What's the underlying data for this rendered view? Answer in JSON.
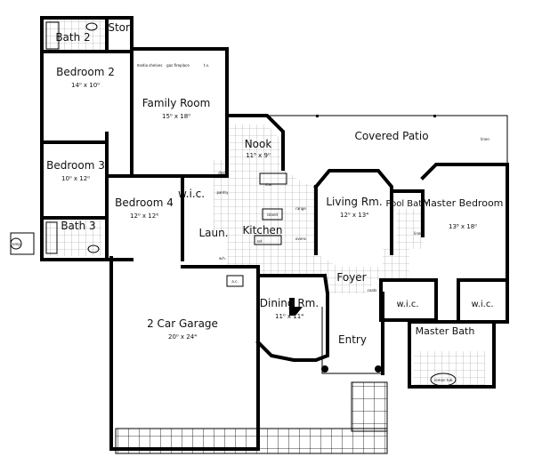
{
  "rooms": {
    "bath2": {
      "label": "Bath 2"
    },
    "stor": {
      "label": "Stor."
    },
    "bedroom2": {
      "label": "Bedroom 2",
      "size": "14⁰ x 10⁰"
    },
    "family": {
      "label": "Family Room",
      "size": "15⁰ x 18⁰"
    },
    "bedroom3": {
      "label": "Bedroom 3",
      "size": "10⁰ x 12⁰"
    },
    "bedroom4": {
      "label": "Bedroom 4",
      "size": "12⁰ x 12⁶"
    },
    "bath3": {
      "label": "Bath 3"
    },
    "wic_small": {
      "label": "w.i.c."
    },
    "laun": {
      "label": "Laun."
    },
    "nook": {
      "label": "Nook",
      "size": "11⁸ x 9⁰"
    },
    "kitchen": {
      "label": "Kitchen"
    },
    "patio": {
      "label": "Covered Patio"
    },
    "living": {
      "label": "Living Rm.",
      "size": "12⁰ x 13⁴"
    },
    "pool_bath": {
      "label": "Pool Bath"
    },
    "master_bedroom": {
      "label": "Master Bedroom",
      "size": "13⁸ x 18⁰"
    },
    "foyer": {
      "label": "Foyer"
    },
    "dining": {
      "label": "Dining Rm.",
      "size": "11⁰ x 11⁴"
    },
    "garage": {
      "label": "2 Car Garage",
      "size": "20⁰ x 24⁴"
    },
    "entry": {
      "label": "Entry"
    },
    "wic_left": {
      "label": "w.i.c."
    },
    "wic_right": {
      "label": "w.i.c."
    },
    "master_bath": {
      "label": "Master Bath"
    }
  },
  "fixtures": {
    "media": "media shelves",
    "fireplace": "gas fireplace",
    "tv": "t.v.",
    "desk": "desk",
    "pantry": "pantry",
    "dw": "d.w.",
    "island": "island",
    "range": "range",
    "ref": "ref.",
    "ovens": "ovens",
    "comp": "comp.",
    "ac": "a.c.",
    "wh": "w.h.",
    "coats": "coats",
    "linen": "linen",
    "roman_tub": "roman tub",
    "linen_small": "linen"
  }
}
